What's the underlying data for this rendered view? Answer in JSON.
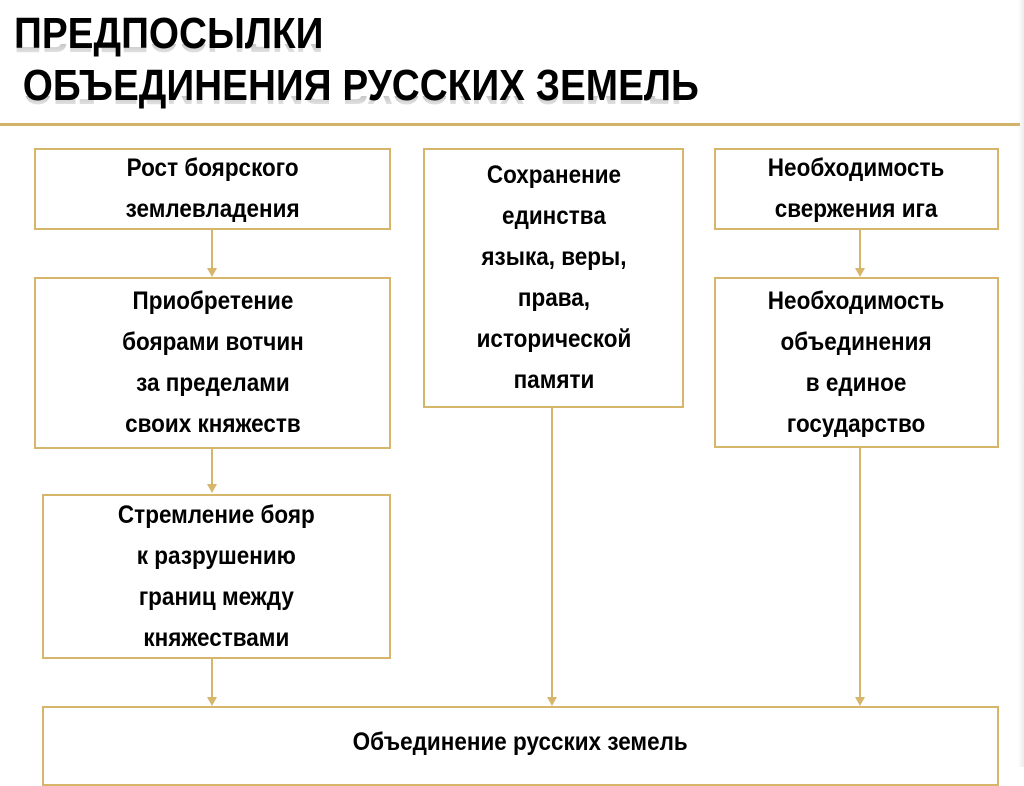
{
  "title": {
    "line1": "ПРЕДПОСЫЛКИ",
    "line2": "ОБЪЕДИНЕНИЯ РУССКИХ ЗЕМЕЛЬ"
  },
  "colors": {
    "accent": "#d6b66b",
    "text": "#000000",
    "background": "#ffffff"
  },
  "diagram": {
    "left_column": [
      {
        "id": "boyar-landholding",
        "text": "Рост боярского\nземлевладения"
      },
      {
        "id": "boyar-estates",
        "text": "Приобретение\nбоярами вотчин\nза пределами\nсвоих княжеств"
      },
      {
        "id": "boyar-aspiration",
        "text": "Стремление бояр\nк разрушению\nграниц между\nкняжествами"
      }
    ],
    "middle_column": [
      {
        "id": "unity-preservation",
        "text": "Сохранение\nединства\nязыка, веры,\nправа,\nисторической\nпамяти"
      }
    ],
    "right_column": [
      {
        "id": "overthrow-yoke",
        "text": "Необходимость\nсвержения ига"
      },
      {
        "id": "single-state",
        "text": "Необходимость\nобъединения\nв единое\nгосударство"
      }
    ],
    "result": {
      "id": "unification",
      "text": "Объединение русских земель"
    },
    "connections": [
      {
        "from": "boyar-landholding",
        "to": "boyar-estates"
      },
      {
        "from": "boyar-estates",
        "to": "boyar-aspiration"
      },
      {
        "from": "boyar-aspiration",
        "to": "unification"
      },
      {
        "from": "unity-preservation",
        "to": "unification"
      },
      {
        "from": "overthrow-yoke",
        "to": "single-state"
      },
      {
        "from": "single-state",
        "to": "unification"
      }
    ]
  }
}
